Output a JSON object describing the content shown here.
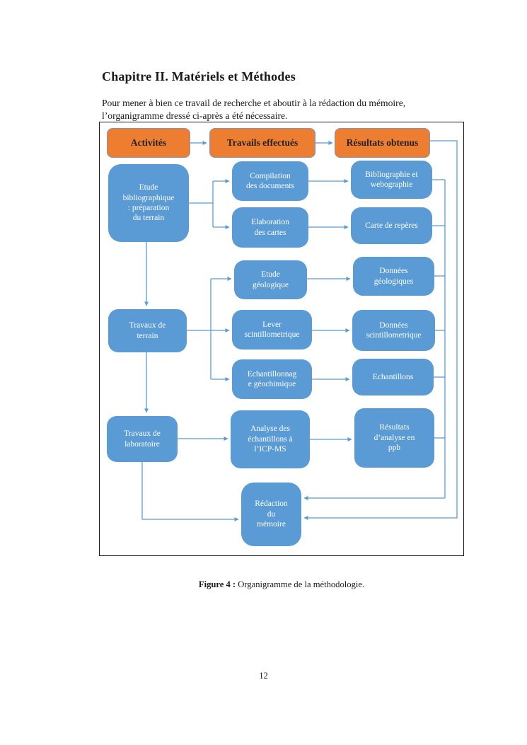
{
  "page": {
    "title": "Chapitre II. Matériels et Méthodes",
    "paragraph": "Pour mener à bien ce travail de recherche et aboutir à la rédaction du mémoire, l’organigramme dressé ci-après a été nécessaire.",
    "page_number": "12"
  },
  "figure": {
    "caption_label": "Figure 4 :",
    "caption_text": " Organigramme de la méthodologie."
  },
  "colors": {
    "header-fill": "#ED7D31",
    "header-border": "#7C96BC",
    "header-text": "#222222",
    "node-fill": "#5B9BD5",
    "node-text": "#FFFFFF",
    "connector": "#5B9BD5"
  },
  "flowchart": {
    "headers": {
      "activites": "Activités",
      "travails": "Travails effectués",
      "resultats": "Résultats obtenus"
    },
    "nodes": {
      "etude_biblio": "Etude\nbibliographique\n: préparation\ndu terrain",
      "travaux_terrain": "Travaux de\nterrain",
      "travaux_labo": "Travaux de\nlaboratoire",
      "compilation": "Compilation\ndes documents",
      "elaboration": "Elaboration\ndes cartes",
      "etude_geo": "Etude\ngéologique",
      "lever": "Lever\nscintillometrique",
      "echantillonnage": "Echantillonnag\ne géochimique",
      "analyse": "Analyse des\néchantillons à\nl’ICP-MS",
      "redaction": "Rédaction\ndu\nmémoire",
      "biblio_web": "Bibliographie et\nwebographie",
      "carte": "Carte de repères",
      "donnees_geo": "Données\ngéologiques",
      "donnees_scint": "Données\nscintillometrique",
      "echantillons": "Echantillons",
      "resultats_ppb": "Résultats\nd’analyse en\nppb"
    }
  }
}
